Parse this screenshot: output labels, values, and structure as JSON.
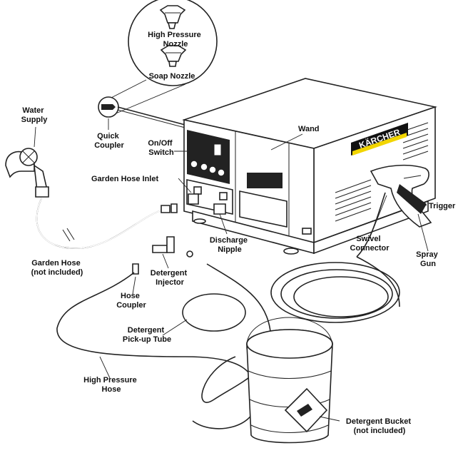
{
  "labels": {
    "high_pressure_nozzle": [
      "High Pressure",
      "Nozzle"
    ],
    "soap_nozzle": "Soap Nozzle",
    "water_supply": [
      "Water",
      "Supply"
    ],
    "quick_coupler": [
      "Quick",
      "Coupler"
    ],
    "on_off_switch": [
      "On/Off",
      "Switch"
    ],
    "wand": "Wand",
    "garden_hose_inlet": "Garden Hose Inlet",
    "trigger": "Trigger",
    "swivel_connector": [
      "Swivel",
      "Connector"
    ],
    "spray_gun": [
      "Spray",
      "Gun"
    ],
    "discharge_nipple": [
      "Discharge",
      "Nipple"
    ],
    "garden_hose": [
      "Garden Hose",
      "(not included)"
    ],
    "detergent_injector": [
      "Detergent",
      "Injector"
    ],
    "hose_coupler": [
      "Hose",
      "Coupler"
    ],
    "detergent_pickup_tube": [
      "Detergent",
      "Pick-up Tube"
    ],
    "high_pressure_hose": [
      "High Pressure",
      "Hose"
    ],
    "detergent_bucket": [
      "Detergent Bucket",
      "(not included)"
    ]
  },
  "brand": "KÄRCHER",
  "colors": {
    "ink": "#222222",
    "brand_yellow": "#f2d500",
    "brand_black": "#111111"
  }
}
